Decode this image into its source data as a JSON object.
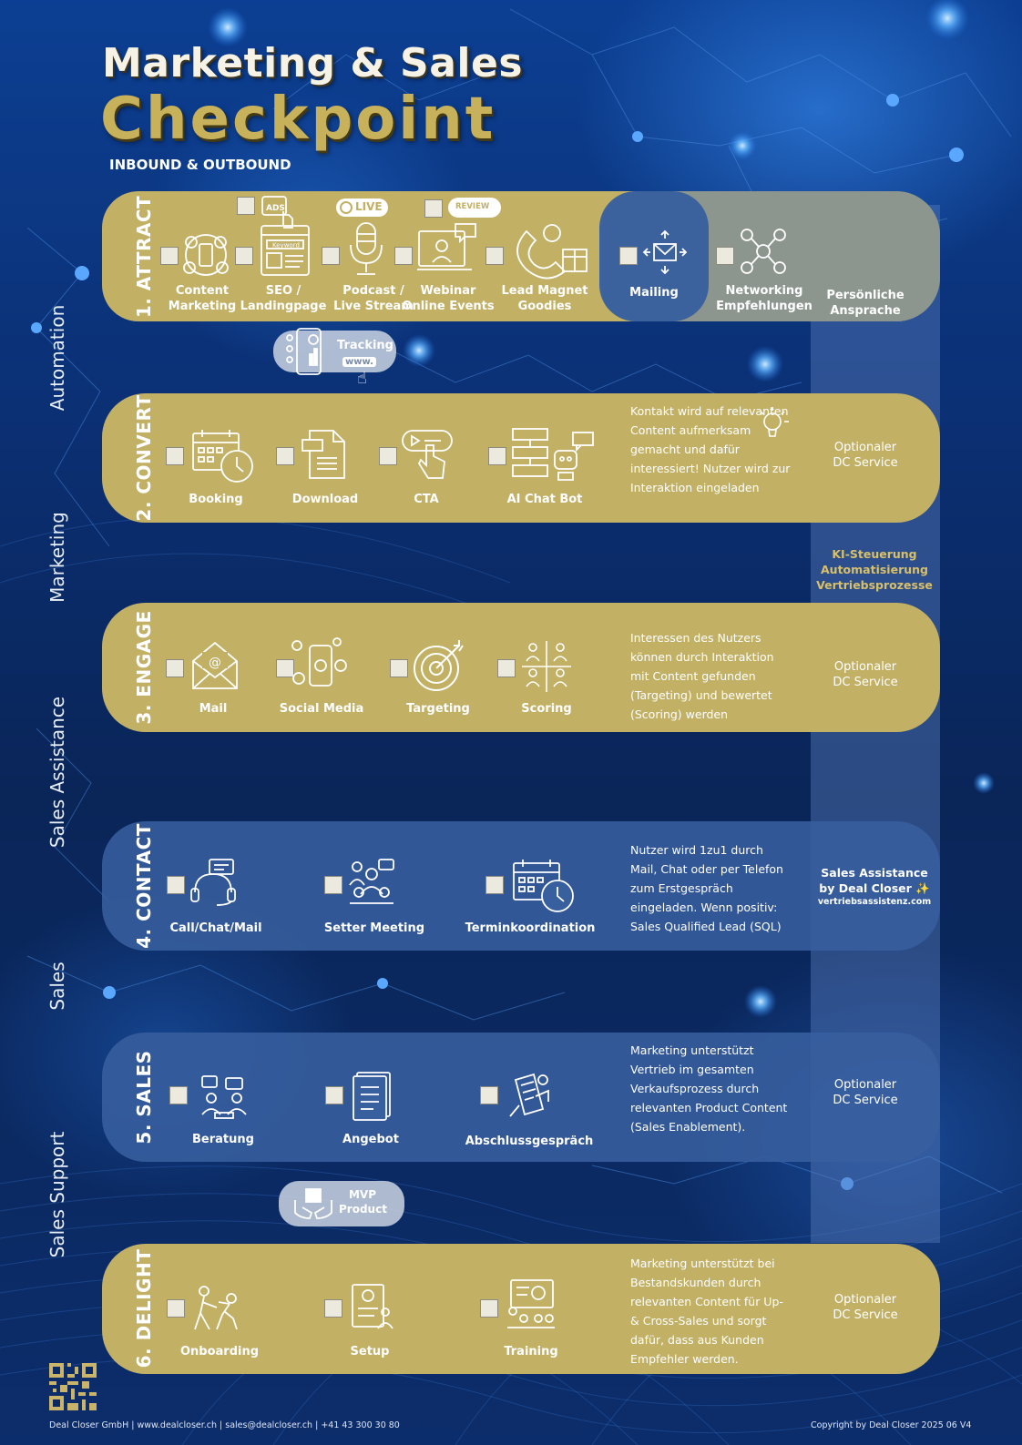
{
  "title": {
    "line1": "Marketing & Sales",
    "line2": "Checkpoint",
    "subtitle": "INBOUND & OUTBOUND"
  },
  "side_labels": [
    "Automation",
    "Marketing",
    "Sales Assistance",
    "Sales",
    "Sales Support"
  ],
  "stages": {
    "attract": {
      "label": "1. ATTRACT",
      "items": [
        "Content Marketing",
        "SEO / Landingpage",
        "Podcast / Live Stream",
        "Webinar Online Events",
        "Lead Magnet Goodies",
        "Mailing",
        "Networking Empfehlungen"
      ],
      "badges": {
        "ads": "ADS",
        "live": "LIVE",
        "review": "REVIEW",
        "keyword": "Keyword"
      },
      "right": "Persönliche Ansprache"
    },
    "convert": {
      "label": "2. CONVERT",
      "items": [
        "Booking",
        "Download",
        "CTA",
        "AI Chat Bot"
      ],
      "description": "Kontakt wird auf relevanten Content aufmerksam gemacht und dafür interessiert! Nutzer wird zur Interaktion eingeladen",
      "right": "Optionaler DC Service"
    },
    "engage": {
      "label": "3. ENGAGE",
      "items": [
        "Mail",
        "Social Media",
        "Targeting",
        "Scoring"
      ],
      "description": "Interessen des Nutzers können durch Interaktion mit Content gefunden (Targeting) und bewertet (Scoring) werden",
      "right": "Optionaler DC Service"
    },
    "contact": {
      "label": "4. CONTACT",
      "items": [
        "Call/Chat/Mail",
        "Setter Meeting",
        "Terminkoordination"
      ],
      "description": "Nutzer wird 1zu1 durch Mail, Chat oder per Telefon zum Erstgespräch eingeladen. Wenn positiv: Sales Qualified Lead (SQL)"
    },
    "sales": {
      "label": "5. SALES",
      "items": [
        "Beratung",
        "Angebot",
        "Abschlussgespräch"
      ],
      "description": "Marketing unterstützt Vertrieb im gesamten Verkaufsprozess durch relevanten Product Content (Sales Enablement).",
      "right": "Optionaler DC Service"
    },
    "delight": {
      "label": "6. DELIGHT",
      "items": [
        "Onboarding",
        "Setup",
        "Training"
      ],
      "description": "Marketing unterstützt bei Bestandskunden durch relevanten Content für Up- & Cross-Sales und sorgt dafür, dass aus Kunden Empfehler werden.",
      "right": "Optionaler DC Service"
    }
  },
  "tracking": {
    "label": "Tracking",
    "www": "www."
  },
  "mvp": {
    "line1": "MVP",
    "line2": "Product"
  },
  "right_column": {
    "ki": [
      "KI-Steuerung",
      "Automatisierung",
      "Vertriebsprozesse"
    ],
    "dc": {
      "line1": "Sales Assistance",
      "line2": "by Deal Closer ✨",
      "url": "vertriebsassistenz.com"
    }
  },
  "footer": {
    "left": "Deal Closer GmbH | www.dealcloser.ch | sales@dealcloser.ch | +41 43 300 30 80",
    "right": "Copyright by Deal Closer 2025 06 V4"
  },
  "colors": {
    "gold": "#c2b065",
    "blue_row": "#385f9e",
    "title_gold": "#c8b15b",
    "bg_dark": "#0b2a63"
  }
}
